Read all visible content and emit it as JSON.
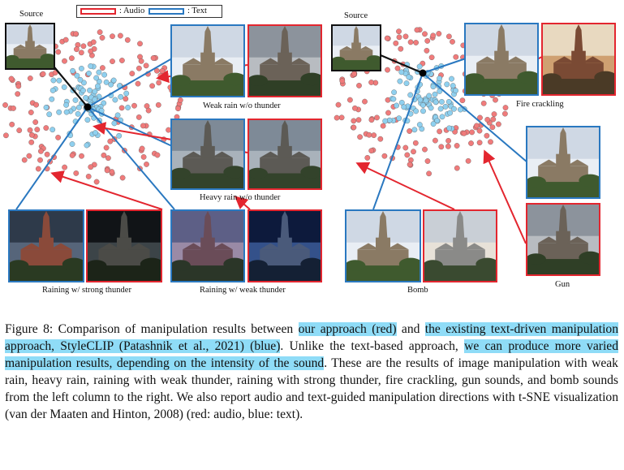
{
  "legend": {
    "audio": ": Audio",
    "text": ": Text",
    "audio_color": "#e3262f",
    "text_color": "#2a78c0"
  },
  "colors": {
    "audio_point": "#f07b7b",
    "text_point": "#8fd0ef",
    "highlight": "#8fdcf7"
  },
  "left_panel": {
    "source_label": "Source",
    "labels": {
      "weak_rain": "Weak rain w/o thunder",
      "heavy_rain": "Heavy rain w/o thunder",
      "strong_thunder": "Raining  w/ strong thunder",
      "weak_thunder": "Raining  w/ weak thunder"
    }
  },
  "right_panel": {
    "source_label": "Source",
    "labels": {
      "fire": "Fire crackling",
      "bomb": "Bomb",
      "gun": "Gun"
    }
  },
  "caption": {
    "segments": [
      {
        "text": "Figure 8: Comparison of manipulation results between ",
        "hl": false
      },
      {
        "text": "our approach (red)",
        "hl": true
      },
      {
        "text": " and ",
        "hl": false
      },
      {
        "text": "the existing text-driven manipulation approach, StyleCLIP (Patashnik et al., 2021) (blue)",
        "hl": true
      },
      {
        "text": ". Unlike the text-based approach, ",
        "hl": false
      },
      {
        "text": "we can produce more varied manipulation results, depending on the intensity of the sound",
        "hl": true
      },
      {
        "text": ". These are the results of image manipulation with weak rain, heavy rain, raining with weak thunder, raining with strong thunder, fire crackling, gun sounds, and bomb sounds from the left column to the right. We also report audio and text-guided manipulation directions with t-SNE visualization (van der Maaten and Hinton, 2008) (red: audio, blue: text).",
        "hl": false
      }
    ]
  }
}
